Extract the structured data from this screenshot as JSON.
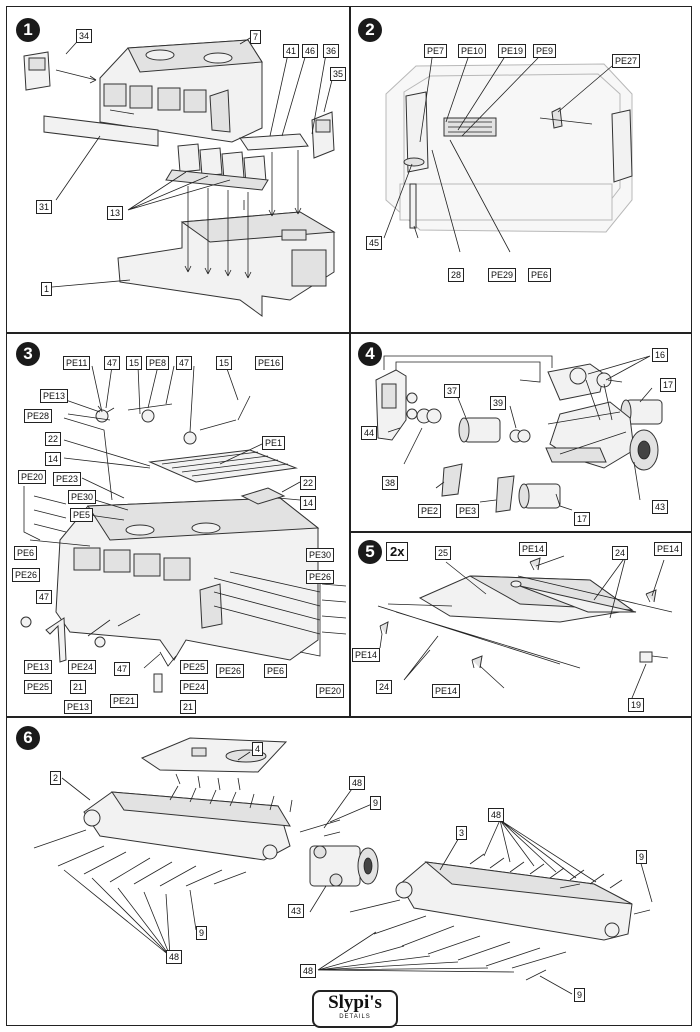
{
  "panels": [
    {
      "step": "1",
      "labels": [
        "34",
        "7",
        "41",
        "46",
        "36",
        "35",
        "31",
        "13",
        "1"
      ]
    },
    {
      "step": "2",
      "labels": [
        "PE7",
        "PE10",
        "PE19",
        "PE9",
        "PE27",
        "45",
        "28",
        "PE29",
        "PE6"
      ]
    },
    {
      "step": "3",
      "labels": [
        "PE11",
        "47",
        "15",
        "PE8",
        "47",
        "15",
        "PE16",
        "PE13",
        "PE28",
        "22",
        "14",
        "PE1",
        "PE20",
        "PE23",
        "PE30",
        "PE5",
        "22",
        "14",
        "PE6",
        "PE26",
        "PE30",
        "PE26",
        "47",
        "PE13",
        "PE24",
        "PE25",
        "21",
        "47",
        "PE13",
        "PE21",
        "PE25",
        "PE24",
        "21",
        "PE26",
        "PE6",
        "PE20"
      ]
    },
    {
      "step": "4",
      "labels": [
        "16",
        "17",
        "37",
        "39",
        "44",
        "38",
        "PE2",
        "PE3",
        "17",
        "43"
      ]
    },
    {
      "step": "5",
      "multiplier": "2x",
      "labels": [
        "25",
        "PE14",
        "24",
        "PE14",
        "PE14",
        "24",
        "PE14",
        "19"
      ]
    },
    {
      "step": "6",
      "labels": [
        "4",
        "2",
        "48",
        "9",
        "48",
        "3",
        "9",
        "43",
        "9",
        "48",
        "48",
        "9"
      ]
    }
  ],
  "brand": {
    "name": "Slypi's",
    "tagline": "DETAILS"
  }
}
